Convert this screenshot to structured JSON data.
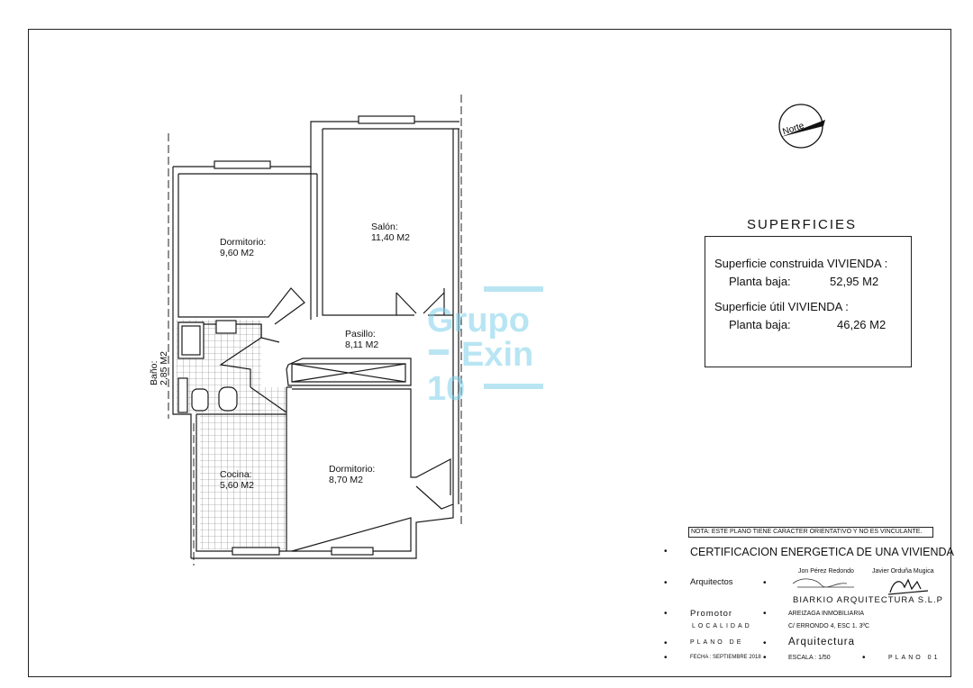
{
  "rooms": [
    {
      "name": "Dormitorio:",
      "area": "9,60 M2"
    },
    {
      "name": "Salón:",
      "area": "11,40 M2"
    },
    {
      "name": "Pasillo:",
      "area": "8,11 M2"
    },
    {
      "name": "Baño:",
      "area": "2,85 M2"
    },
    {
      "name": "Cocina:",
      "area": "5,60 M2"
    },
    {
      "name": "Dormitorio:",
      "area": "8,70 M2"
    }
  ],
  "compass": {
    "label": "Norte"
  },
  "watermark": {
    "line1": "Grupo",
    "line2": "Exin",
    "line3": "10"
  },
  "superficies": {
    "title": "SUPERFICIES",
    "construida_label": "Superficie construida VIVIENDA :",
    "construida_sub": "Planta baja:",
    "construida_value": "52,95 M2",
    "util_label": "Superficie útil VIVIENDA :",
    "util_sub": "Planta baja:",
    "util_value": "46,26 M2"
  },
  "title_block": {
    "note": "NOTA: ESTE PLANO TIENE CARACTER ORIENTATIVO Y NO ES VINCULANTE.",
    "certification": "CERTIFICACION ENERGETICA DE UNA VIVIENDA",
    "architects_label": "Arquitectos",
    "architect1": "Jon Pérez Redondo",
    "architect2": "Javier Orduña Mugica",
    "firm": "BIARKIO ARQUITECTURA S.L.P",
    "promotor_label": "Promotor",
    "promotor": "AREIZAGA INMOBILIARIA",
    "localidad_label": "LOCALIDAD",
    "localidad": "C/ ERRONDO 4, ESC 1. 3ºC",
    "plano_de_label": "PLANO DE",
    "plano_de": "Arquitectura",
    "fecha": "FECHA : SEPTIEMBRE 2018",
    "escala": "ESCALA  :  1/50",
    "plano_num": "PLANO 01"
  }
}
